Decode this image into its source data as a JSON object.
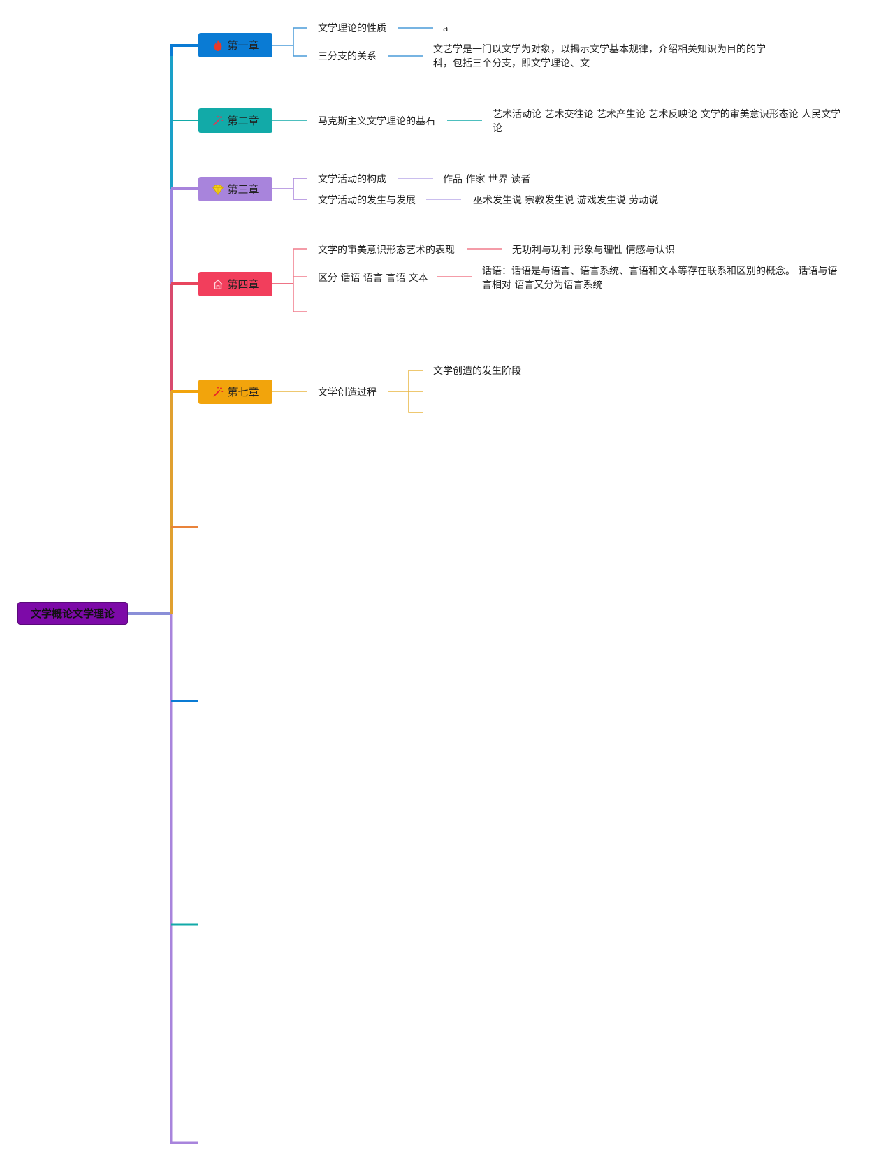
{
  "root": {
    "label": "文学概论文学理论",
    "color": "#7d0aa8"
  },
  "chapters": [
    {
      "id": "ch1",
      "label": "第一章",
      "icon": "fire-icon",
      "color": "#0a7bd4",
      "children": [
        {
          "label": "文学理论的性质",
          "detail": "a"
        },
        {
          "label": "三分支的关系",
          "detail": "文艺学是一门以文学为对象，以揭示文学基本规律，介绍相关知识为目的的学科，包括三个分支，即文学理论、文"
        }
      ]
    },
    {
      "id": "ch2",
      "label": "第二章",
      "icon": "magic-wand-icon",
      "color": "#12aaa8",
      "children": [
        {
          "label": "马克斯主义文学理论的基石",
          "detail": "艺术活动论 艺术交往论 艺术产生论 艺术反映论 文学的审美意识形态论 人民文学论"
        }
      ]
    },
    {
      "id": "ch3",
      "label": "第三章",
      "icon": "diamond-icon",
      "color": "#a884dc",
      "children": [
        {
          "label": "文学活动的构成",
          "detail": "作品 作家 世界 读者"
        },
        {
          "label": "文学活动的发生与发展",
          "detail": "巫术发生说 宗教发生说 游戏发生说 劳动说"
        }
      ]
    },
    {
      "id": "ch4",
      "label": "第四章",
      "icon": "home-icon",
      "color": "#f23e5c",
      "children": [
        {
          "label": "文学的审美意识形态艺术的表现",
          "detail": "无功利与功利 形象与理性 情感与认识"
        },
        {
          "label": "区分 话语 语言 言语 文本",
          "detail": "话语：话语是与语言、语言系统、言语和文本等存在联系和区别的概念。 话语与语言相对 语言又分为语言系统"
        }
      ]
    },
    {
      "id": "ch7",
      "label": "第七章",
      "icon": "magic-wand-icon",
      "color": "#f2a40c",
      "children": [
        {
          "label": "文学创造过程",
          "detail": "文学创造的发生阶段"
        }
      ]
    }
  ],
  "empty_branch_colors": [
    "#e9833a",
    "#0a7bd4",
    "#12aaa8",
    "#a884dc"
  ]
}
